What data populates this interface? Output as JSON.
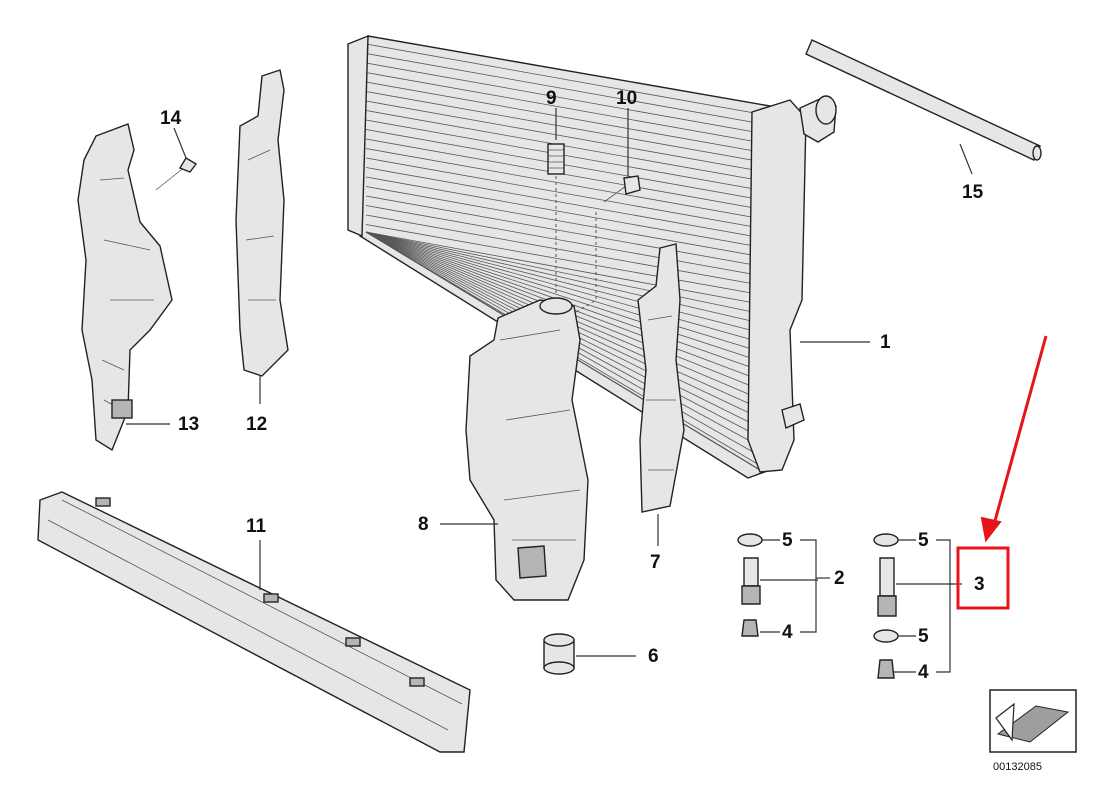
{
  "callouts": {
    "c1": "1",
    "c2": "2",
    "c3": "3",
    "c4a": "4",
    "c4b": "4",
    "c5a": "5",
    "c5b": "5",
    "c5c": "5",
    "c6": "6",
    "c7": "7",
    "c8": "8",
    "c9": "9",
    "c10": "10",
    "c11": "11",
    "c12": "12",
    "c13": "13",
    "c14": "14",
    "c15": "15"
  },
  "diagram_id": "00132085",
  "colors": {
    "highlight": "#e8141b",
    "ink": "#222222",
    "part_fill": "#e6e6e6"
  },
  "parts": [
    {
      "number": "1",
      "name": "radiator"
    },
    {
      "number": "2",
      "name": "drain-plug-assembly"
    },
    {
      "number": "3",
      "name": "drain-plug-assembly-highlighted"
    },
    {
      "number": "4",
      "name": "plug"
    },
    {
      "number": "5",
      "name": "o-ring"
    },
    {
      "number": "6",
      "name": "rubber-mount"
    },
    {
      "number": "7",
      "name": "right-air-duct"
    },
    {
      "number": "8",
      "name": "expansion-tank"
    },
    {
      "number": "9",
      "name": "spring-pin"
    },
    {
      "number": "10",
      "name": "screw"
    },
    {
      "number": "11",
      "name": "lower-support"
    },
    {
      "number": "12",
      "name": "left-air-duct"
    },
    {
      "number": "13",
      "name": "side-bracket"
    },
    {
      "number": "14",
      "name": "self-tapping-screw"
    },
    {
      "number": "15",
      "name": "hose"
    }
  ]
}
